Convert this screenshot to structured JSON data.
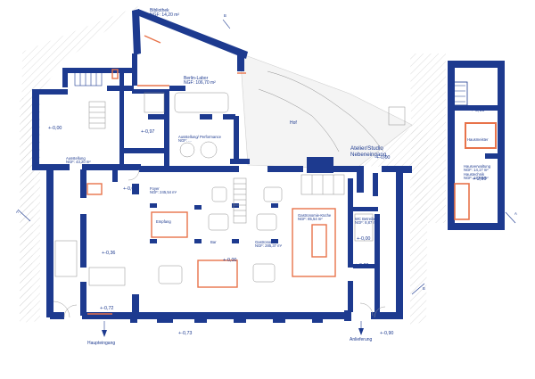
{
  "colors": {
    "wall": "#1d3a8f",
    "accent": "#e8734a",
    "hatch": "#c8c8c8",
    "furniture": "#9a9a9a",
    "bg": "#ffffff"
  },
  "rooms": {
    "bibliothek": {
      "name": "Bibliothek",
      "area": "NGF: 14,20 m²"
    },
    "berlin_labor": {
      "name": "Berlin-Labor",
      "area": "NGF: 106,70 m²"
    },
    "ausstellung_performance": {
      "name": "Ausstellung/ Performance",
      "area": "NGF: ..."
    },
    "hof": {
      "name": "Hof"
    },
    "atelier": {
      "name": "Atelier/Studio Nebeneingang"
    },
    "ausstellung_left": {
      "name": "Ausstellung",
      "area": "NGF: 43,20 m²"
    },
    "foyer": {
      "name": "Foyer",
      "area": "NGF: 245,54 m²"
    },
    "empfang": {
      "name": "Empfang"
    },
    "bar": {
      "name": "Bar"
    },
    "gastronomie": {
      "name": "Gastronomie",
      "area": "NGF: 285,37 m²"
    },
    "gastro_kueche": {
      "name": "Gastronomie-Küche",
      "area": "NGF: 85,54 m²"
    },
    "wc_betreiber": {
      "name": "WC Betreiber",
      "area": "NGF: 8,87 m²"
    },
    "hausmeister": {
      "name": "Hausmeister"
    },
    "hausverwaltung": {
      "name": "Hausverwaltung",
      "area": "NGF: 14,17 m²"
    },
    "haustechnik": {
      "name": "Haustechnik",
      "area": "NGF: 15,88 m²"
    }
  },
  "levels": {
    "l1": "+-0,00",
    "l2": "+-0,97",
    "l3": "+-0,00",
    "l4": "+-0,00",
    "l5": "+-0,00",
    "l6": "+-0,36",
    "l7": "+-0,72",
    "l8": "+-0,00",
    "l9": "+-0,00",
    "l10": "+-0,73",
    "l11": "+-0,90",
    "l12": "+-0,00",
    "l13": "+-2,90"
  },
  "entrances": {
    "haupteingang": "Haupteingang",
    "anlieferung": "Anlieferung"
  },
  "section_markers": {
    "a": "A",
    "b": "B"
  }
}
